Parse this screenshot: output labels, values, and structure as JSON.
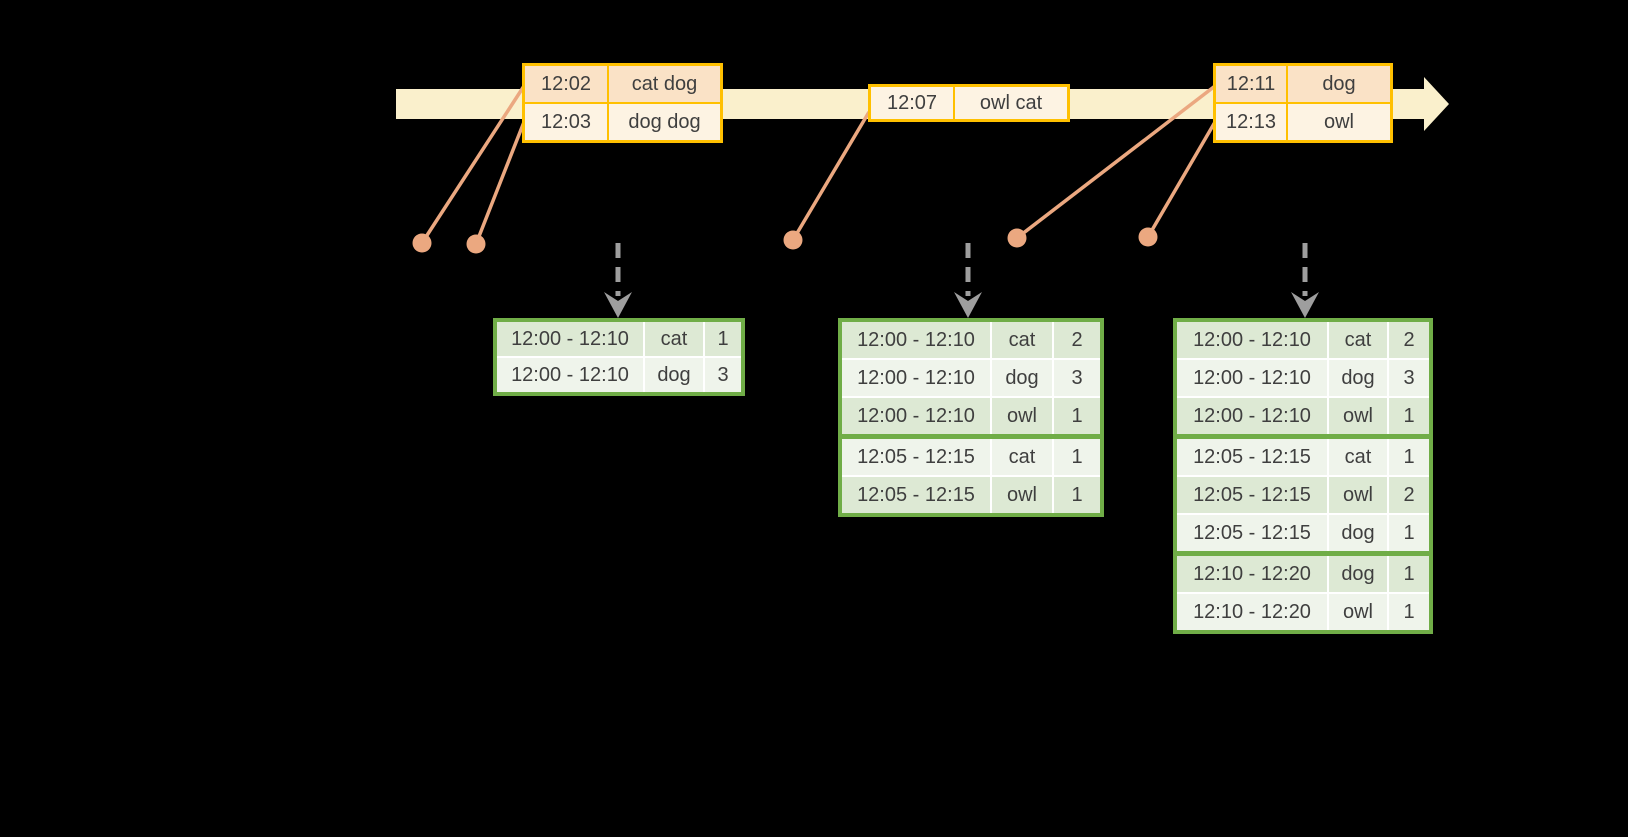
{
  "colors": {
    "bg": "#000000",
    "gold": "#FFC000",
    "peach": "#FAE2C6",
    "cream": "#FDF3E3",
    "band": "#FAF0CC",
    "salmon": "#EBA880",
    "green": "#70AD47",
    "cell-dark": "#DDE9D4",
    "cell-light": "#EFF4EB",
    "gray": "#9E9E9E",
    "ink": "#3F3F3F"
  },
  "icons": {
    "timeline_arrowhead": "right-arrowhead",
    "event_marker": "filled-dot",
    "trigger_arrow": "dashed-down-arrow"
  },
  "timeline": {
    "event_tables": [
      {
        "rows": [
          {
            "time": "12:02",
            "words": "cat dog",
            "tone": "peach"
          },
          {
            "time": "12:03",
            "words": "dog dog",
            "tone": "cream"
          }
        ]
      },
      {
        "rows": [
          {
            "time": "12:07",
            "words": "owl cat",
            "tone": "cream"
          }
        ]
      },
      {
        "rows": [
          {
            "time": "12:11",
            "words": "dog",
            "tone": "peach"
          },
          {
            "time": "12:13",
            "words": "owl",
            "tone": "cream"
          }
        ]
      }
    ]
  },
  "result_tables": [
    {
      "window_groups": [
        {
          "rows": [
            {
              "window": "12:00 - 12:10",
              "word": "cat",
              "count": "1"
            },
            {
              "window": "12:00 - 12:10",
              "word": "dog",
              "count": "3"
            }
          ]
        }
      ]
    },
    {
      "window_groups": [
        {
          "rows": [
            {
              "window": "12:00 - 12:10",
              "word": "cat",
              "count": "2"
            },
            {
              "window": "12:00 - 12:10",
              "word": "dog",
              "count": "3"
            },
            {
              "window": "12:00 - 12:10",
              "word": "owl",
              "count": "1"
            }
          ]
        },
        {
          "rows": [
            {
              "window": "12:05 - 12:15",
              "word": "cat",
              "count": "1"
            },
            {
              "window": "12:05 - 12:15",
              "word": "owl",
              "count": "1"
            }
          ]
        }
      ]
    },
    {
      "window_groups": [
        {
          "rows": [
            {
              "window": "12:00 - 12:10",
              "word": "cat",
              "count": "2"
            },
            {
              "window": "12:00 - 12:10",
              "word": "dog",
              "count": "3"
            },
            {
              "window": "12:00 - 12:10",
              "word": "owl",
              "count": "1"
            }
          ]
        },
        {
          "rows": [
            {
              "window": "12:05 - 12:15",
              "word": "cat",
              "count": "1"
            },
            {
              "window": "12:05 - 12:15",
              "word": "owl",
              "count": "2"
            },
            {
              "window": "12:05 - 12:15",
              "word": "dog",
              "count": "1"
            }
          ]
        },
        {
          "rows": [
            {
              "window": "12:10 - 12:20",
              "word": "dog",
              "count": "1"
            },
            {
              "window": "12:10 - 12:20",
              "word": "owl",
              "count": "1"
            }
          ]
        }
      ]
    }
  ]
}
